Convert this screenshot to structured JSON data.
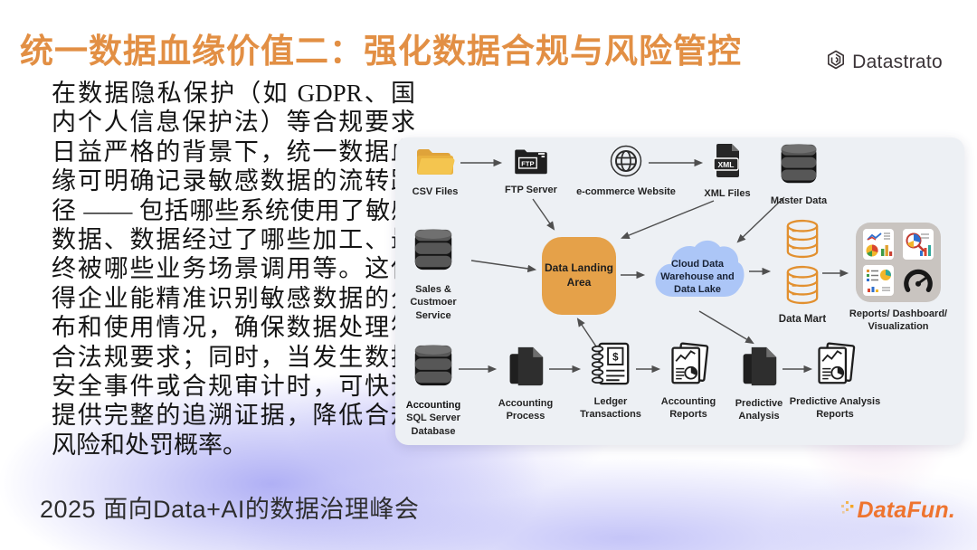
{
  "slide": {
    "title": "统一数据血缘价值二：强化数据合规与风险管控",
    "body": "在数据隐私保护（如 GDPR、国内个人信息保护法）等合规要求日益严格的背景下，统一数据血缘可明确记录敏感数据的流转路径 —— 包括哪些系统使用了敏感数据、数据经过了哪些加工、最终被哪些业务场景调用等。这使得企业能精准识别敏感数据的分布和使用情况，确保数据处理符合法规要求；同时，当发生数据安全事件或合规审计时，可快速提供完整的追溯证据，降低合规风险和处罚概率。",
    "footer": "2025 面向Data+AI的数据治理峰会"
  },
  "brand": {
    "datastrato": "Datastrato",
    "datafun": "DataFun."
  },
  "colors": {
    "title_orange": "#E28F44",
    "landing_box": "#E5A149",
    "cloud_blue": "#ACC6F7",
    "data_mart_outline": "#E2902F",
    "panel_bg": "#EDF0F4",
    "reports_panel": "#C9C4C0",
    "glow_purple": "#6161EB",
    "datafun_orange": "#EE742F"
  },
  "diagram": {
    "icon_texts": {
      "ftp": "FTP",
      "xml": "XML",
      "dollar": "$"
    },
    "nodes": {
      "csv": {
        "label": "CSV Files"
      },
      "ftp": {
        "label": "FTP Server"
      },
      "ecommerce": {
        "label": "e-commerce Website"
      },
      "xml": {
        "label": "XML Files"
      },
      "master": {
        "label": "Master Data"
      },
      "sales": {
        "lines": [
          "Sales &",
          "Custmoer",
          "Service"
        ]
      },
      "landing": {
        "lines": [
          "Data Landing",
          "Area"
        ]
      },
      "cloud": {
        "lines": [
          "Cloud Data",
          "Warehouse and",
          "Data Lake"
        ]
      },
      "datamart": {
        "label": "Data Mart"
      },
      "reports": {
        "lines": [
          "Reports/ Dashboard/",
          "Visualization"
        ]
      },
      "accounting_db": {
        "lines": [
          "Accounting",
          "SQL Server",
          "Database"
        ]
      },
      "accounting_process": {
        "lines": [
          "Accounting",
          "Process"
        ]
      },
      "ledger": {
        "lines": [
          "Ledger",
          "Transactions"
        ]
      },
      "accounting_reports": {
        "lines": [
          "Accounting",
          "Reports"
        ]
      },
      "predictive": {
        "lines": [
          "Predictive",
          "Analysis"
        ]
      },
      "predictive_reports": {
        "lines": [
          "Predictive Analysis",
          "Reports"
        ]
      }
    }
  }
}
